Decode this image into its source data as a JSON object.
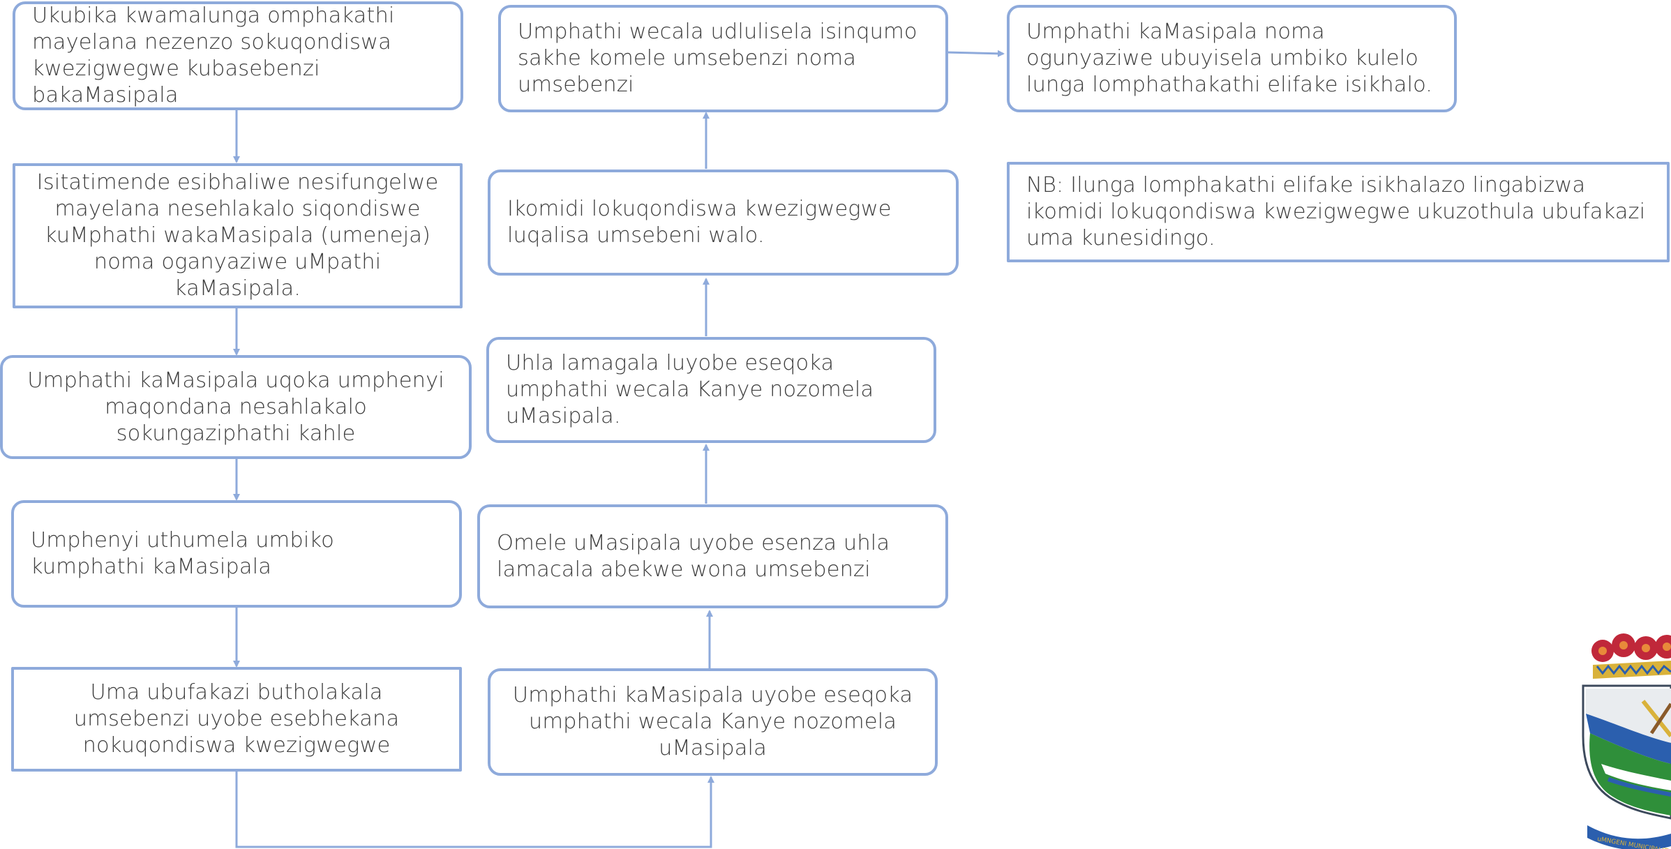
{
  "left_column": [
    {
      "text": "Ukubika kwamalunga omphakathi mayelana nezenzo sokuqondiswa kwezigwegwe kubasebenzi bakaMasipala"
    },
    {
      "text": "Isitatimende esibhaliwe nesifungelwe mayelana nesehlakalo siqondiswe kuMphathi wakaMasipala (umeneja) noma oganyaziwe uMpathi kaMasipala."
    },
    {
      "text": "Umphathi kaMasipala uqoka umphenyi maqondana nesahlakalo sokungaziphathi kahle"
    },
    {
      "text": "Umphenyi uthumela umbiko kumphathi kaMasipala"
    },
    {
      "text": "Uma ubufakazi butholakala umsebenzi uyobe esebhekana nokuqondiswa kwezigwegwe"
    }
  ],
  "middle_column": [
    {
      "text": "Umphathi kaMasipala uyobe eseqoka umphathi wecala Kanye nozomela uMasipala"
    },
    {
      "text": "Omele uMasipala uyobe esenza uhla lamacala abekwe wona umsebenzi"
    },
    {
      "text": "Uhla lamagala luyobe eseqoka umphathi wecala Kanye nozomela uMasipala."
    },
    {
      "text": "Ikomidi lokuqondiswa kwezigwegwe luqalisa umsebeni walo."
    },
    {
      "text": "Umphathi wecala udlulisela isinqumo sakhe komele umsebenzi noma umsebenzi"
    }
  ],
  "right_column": {
    "outcome": "Umphathi kaMasipala noma ogunyaziwe ubuyisela umbiko kulelo lunga lomphathakathi elifake isikhalo.",
    "note": "NB: Ilunga lomphakathi elifake isikhalazo lingabizwa ikomidi lokuqondiswa kwezigwegwe ukuzothula ubufakazi uma kunesidingo."
  },
  "logo": {
    "name": "municipal-coat-of-arms",
    "banner_text": "uMNGENI MUNICIPALITY",
    "colors": {
      "red": "#c0283a",
      "gold": "#d9b23a",
      "blue": "#2b5fae",
      "green": "#2f8f3a"
    }
  },
  "colors": {
    "box_border": "#8eaadb",
    "connector": "#8eaadb",
    "text": "#3d3d3d"
  }
}
